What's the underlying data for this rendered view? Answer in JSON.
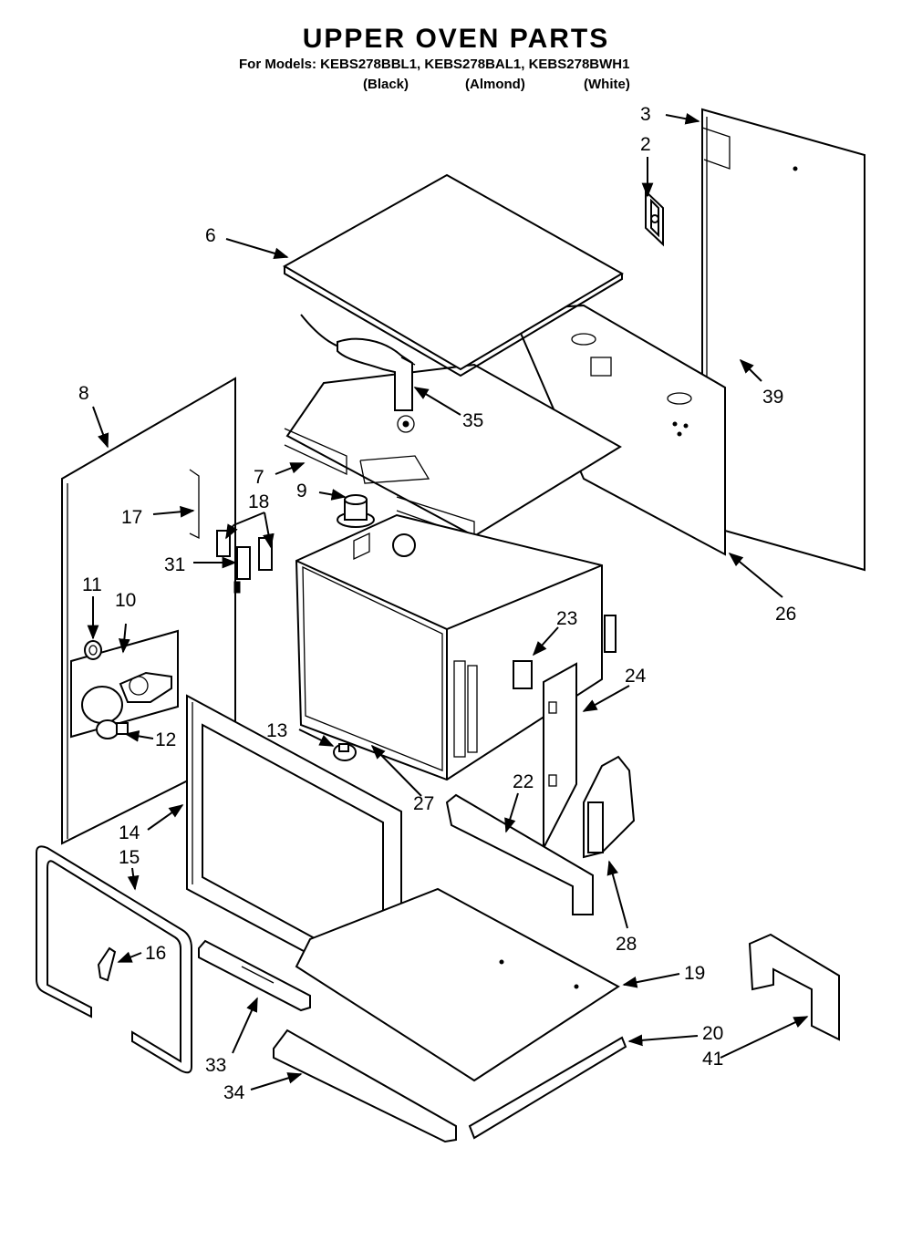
{
  "header": {
    "title": "UPPER OVEN PARTS",
    "models_line": "For Models: KEBS278BBL1, KEBS278BAL1, KEBS278BWH1",
    "variants": [
      "(Black)",
      "(Almond)",
      "(White)"
    ]
  },
  "callouts": {
    "c2": "2",
    "c3": "3",
    "c6": "6",
    "c7": "7",
    "c8": "8",
    "c9": "9",
    "c10": "10",
    "c11": "11",
    "c12": "12",
    "c13": "13",
    "c14": "14",
    "c15": "15",
    "c16": "16",
    "c17": "17",
    "c18": "18",
    "c19": "19",
    "c20": "20",
    "c22": "22",
    "c23": "23",
    "c24": "24",
    "c26": "26",
    "c27": "27",
    "c28": "28",
    "c31": "31",
    "c33": "33",
    "c34": "34",
    "c35": "35",
    "c39": "39",
    "c41": "41"
  }
}
